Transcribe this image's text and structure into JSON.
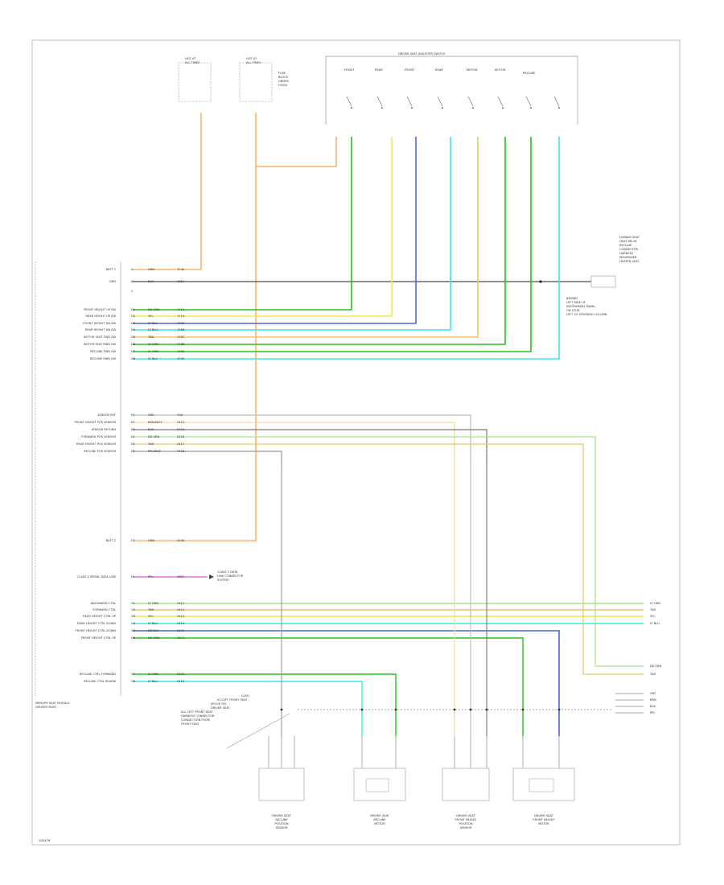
{
  "colors": {
    "orange": "#f8b36f",
    "green": "#22c41e",
    "yellow": "#ecec4a",
    "blue": "#4a66d6",
    "cyan": "#39e6ea",
    "tan": "#e8c56a",
    "gray": "#8e8e8e",
    "pink": "#e14ee1",
    "black": "#222222",
    "light_green": "#a7e58c",
    "peach": "#f8d59a"
  },
  "fuse_block": {
    "fuse_a": [
      "HOT AT",
      "ALL TIMES"
    ],
    "fuse_b": [
      "HOT AT",
      "ALL TIMES"
    ],
    "fuse_note": [
      "FUSE",
      "BLOCK",
      "UNDER",
      "HOOD"
    ]
  },
  "switch_assembly": {
    "title": "DRIVER SEAT ADJUSTER SWITCH",
    "switches": [
      "FRONT",
      "REAR",
      "FRONT",
      "REAR",
      "MOTOR",
      "MOTOR",
      "RECLINE"
    ]
  },
  "module": {
    "label_lines": [
      "MEMORY SEAT MODULE",
      "(DRIVER SEAT)"
    ],
    "upper_pins": [
      {
        "name": "BATT 1",
        "num": "A",
        "wire": "ORN",
        "circ": "1740"
      },
      {
        "name": "GND",
        "num": "B",
        "wire": "BLK",
        "circ": "1851"
      },
      {
        "name": "",
        "num": "C",
        "wire": "",
        "circ": ""
      },
      {
        "name": "FRONT HEIGHT UP SW",
        "num": "D1",
        "wire": "DK GRN",
        "circ": "1713"
      },
      {
        "name": "REAR HEIGHT UP SW",
        "num": "D2",
        "wire": "YEL",
        "circ": "1714"
      },
      {
        "name": "FRONT HEIGHT DN SW",
        "num": "D3",
        "wire": "LT BLU",
        "circ": "1785"
      },
      {
        "name": "REAR HEIGHT DN SW",
        "num": "D4",
        "wire": "LT BLU",
        "circ": "1786"
      },
      {
        "name": "MOTOR SEAT FWD SW",
        "num": "D5",
        "wire": "TAN",
        "circ": "1787"
      },
      {
        "name": "MOTOR SEAT RWD SW",
        "num": "D6",
        "wire": "LT GRN",
        "circ": "1788"
      },
      {
        "name": "RECLINE FWD SW",
        "num": "D7",
        "wire": "LT GRN",
        "circ": "1789"
      },
      {
        "name": "RECLINE RWD SW",
        "num": "D8",
        "wire": "LT BLU",
        "circ": "1790"
      }
    ],
    "middle_pins": [
      {
        "name": "SENSOR REF",
        "num": "E1",
        "wire": "GRY",
        "circ": "706"
      },
      {
        "name": "FRONT HEIGHT POS SENSOR",
        "num": "E2",
        "wire": "BRN/WHT",
        "circ": "2414"
      },
      {
        "name": "SENSOR RETURN",
        "num": "E3",
        "wire": "BLK",
        "circ": "2415"
      },
      {
        "name": "FORWARD POS SENSOR",
        "num": "E4",
        "wire": "DK GRN",
        "circ": "2416"
      },
      {
        "name": "REAR HEIGHT POS SENSOR",
        "num": "E5",
        "wire": "TAN",
        "circ": "2417"
      },
      {
        "name": "RECLINE POS SENSOR",
        "num": "E6",
        "wire": "PPL/WHT",
        "circ": "2418"
      }
    ],
    "batt2": {
      "name": "BATT 2",
      "num": "F1",
      "wire": "ORN",
      "circ": "2240"
    },
    "class2": {
      "name": "CLASS 2 SERIAL DATA LINE",
      "num": "F2",
      "wire": "PPL",
      "circ": "1807"
    },
    "lower_pins": [
      {
        "name": "BACKWARD CTRL",
        "num": "G1",
        "wire": "LT GRN",
        "circ": "2411"
      },
      {
        "name": "FORWARD CTRL",
        "num": "G2",
        "wire": "TAN",
        "circ": "2412"
      },
      {
        "name": "REAR HEIGHT CTRL UP",
        "num": "G3",
        "wire": "YEL",
        "circ": "2413"
      },
      {
        "name": "REAR HEIGHT CTRL DOWN",
        "num": "G4",
        "wire": "LT BLU",
        "circ": "2419"
      },
      {
        "name": "FRONT HEIGHT CTRL DOWN",
        "num": "G5",
        "wire": "DK BLU",
        "circ": "2420"
      },
      {
        "name": "FRONT HEIGHT CTRL UP",
        "num": "G6",
        "wire": "DK GRN",
        "circ": "2421"
      },
      {
        "name": "RECLINE CTRL FORWARD",
        "num": "G7",
        "wire": "LT GRN",
        "circ": "2422"
      },
      {
        "name": "RECLINE CTRL REARW",
        "num": "G8",
        "wire": "LT BLU",
        "circ": "2423"
      }
    ]
  },
  "right_connector": {
    "notes": [
      "LUMBAR SEAT",
      "HEAT RELAY",
      "RECLINE",
      "CONNECTOR",
      "HARNESS",
      "PASSENGER",
      "HEATED SEAT"
    ],
    "ground_note": [
      "BEHIND",
      "LEFT SIDE OF",
      "INSTRUMENT PANEL",
      "ON STUD",
      "LEFT OF STEERING COLUMN"
    ],
    "lower_labels": [
      "LT GRN",
      "TAN",
      "YEL",
      "LT BLU",
      "DK GRN",
      "TAN"
    ],
    "sensor_labels": [
      "GRY",
      "BRN",
      "BLK",
      "PPL"
    ]
  },
  "class2_dest": [
    "CLASS 2 DATA",
    "LINK CONNECTOR",
    "SYSTEM"
  ],
  "ground_splice_note": [
    "G200",
    "AT LEFT FRONT SEAT",
    "SPLICE ON",
    "DRIVER SEAT"
  ],
  "connector_notes": [
    "ALL LEFT FRONT SEAT",
    "HARNESS CONNECTOR",
    "CONNECTION FROM",
    "FRONT SEAT"
  ],
  "bottom_components": [
    [
      "DRIVER SEAT",
      "RECLINE",
      "POSITION",
      "SENSOR"
    ],
    [
      "DRIVER SEAT",
      "RECLINE",
      "MOTOR"
    ],
    [
      "DRIVER SEAT",
      "FRONT HEIGHT",
      "POSITION",
      "SENSOR"
    ],
    [
      "DRIVER SEAT",
      "FRONT HEIGHT",
      "MOTOR"
    ]
  ],
  "footer": "G00476"
}
